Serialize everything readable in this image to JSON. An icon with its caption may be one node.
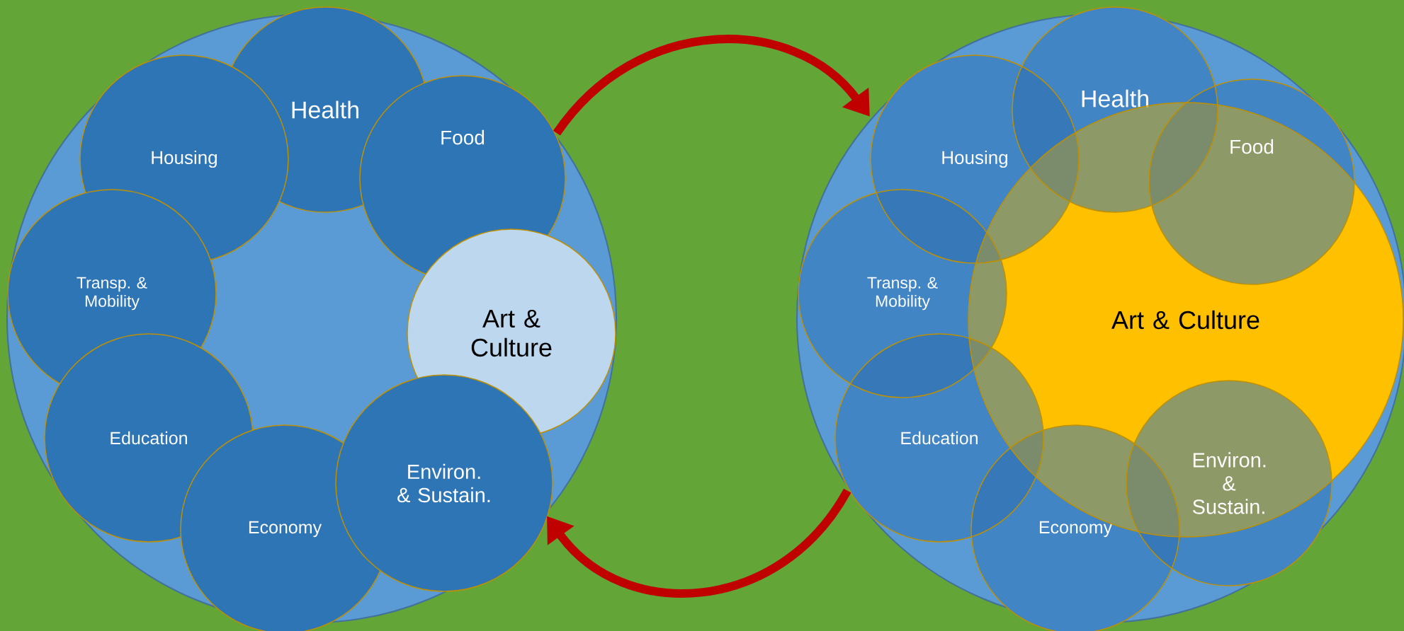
{
  "diagram": {
    "nodes": [
      {
        "text": [],
        "shape": "circle"
      },
      {
        "text": [
          "Health"
        ],
        "in": 0
      },
      {
        "text": [
          "Housing"
        ],
        "in": 0
      },
      {
        "text": [
          "Food"
        ],
        "in": 0
      },
      {
        "text": [
          "Transp. & Mobility"
        ],
        "in": 0
      },
      {
        "text": [
          "Art & Culture"
        ],
        "in": 0
      },
      {
        "text": [
          "Education"
        ],
        "in": 0
      },
      {
        "text": [
          "Environ. & Sustain."
        ],
        "in": 0
      },
      {
        "text": [
          "Economy"
        ],
        "in": 0
      },
      {
        "text": [],
        "shape": "circle"
      },
      {
        "text": [
          "Health"
        ],
        "in": 9
      },
      {
        "text": [
          "Housing"
        ],
        "in": 9
      },
      {
        "text": [
          "Food"
        ],
        "in": 9
      },
      {
        "text": [
          "Transp. & Mobility"
        ],
        "in": 9
      },
      {
        "text": [
          "Art & Culture"
        ],
        "in": 9
      },
      {
        "text": [
          "Education"
        ],
        "in": 9
      },
      {
        "text": [
          "Environ. & Sustain."
        ],
        "in": 9
      },
      {
        "text": [
          "Economy"
        ],
        "in": 9
      }
    ],
    "edges": [
      {
        "from": 0,
        "to": 9,
        "arrow": "to"
      },
      {
        "from": 9,
        "to": 0,
        "arrow": "to"
      }
    ]
  }
}
